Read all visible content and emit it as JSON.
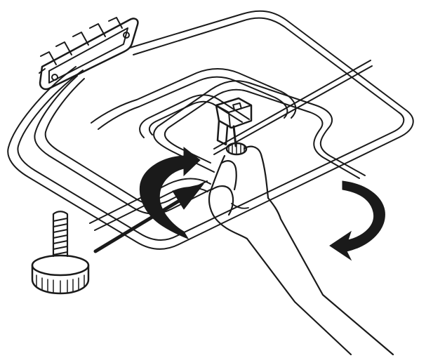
{
  "figure": {
    "ink_color": "#1a1a1a",
    "background_color": "#ffffff",
    "parts": {
      "heating_element": "heating-element-coil",
      "terminal_block": "terminal-block",
      "clamp": "clamp-bracket",
      "knob": "thumb-screw",
      "hand": "hand",
      "push_arrow": "insert-arrow",
      "rotation_arrows": [
        "rotate-arrow-left",
        "rotate-arrow-right"
      ]
    }
  }
}
